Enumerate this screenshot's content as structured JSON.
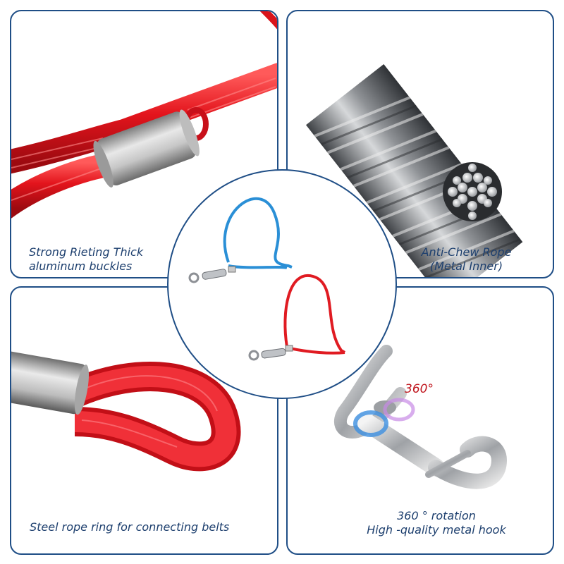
{
  "panels": {
    "top_left": {
      "caption_line1": "Strong Rieting Thick",
      "caption_line2": "aluminum buckles"
    },
    "top_right": {
      "caption_line1": "Anti-Chew Rope",
      "caption_line2": "(Metal Inner)"
    },
    "bottom_left": {
      "caption_line1": "Steel rope ring for connecting belts"
    },
    "bottom_right": {
      "caption_line1": "360 ° rotation",
      "caption_line2": "High -quality metal hook",
      "rotation_label": "360°"
    }
  },
  "center": {
    "cables": [
      "blue-cable",
      "red-cable"
    ]
  },
  "colors": {
    "border": "#1f4e86",
    "caption": "#1d3f6e",
    "red_cable": "#e01b22",
    "blue_cable": "#2a8fd6",
    "sleeve": "#b8b8b8",
    "steel": "#8a8d92",
    "rotation_label": "#c0161e"
  }
}
